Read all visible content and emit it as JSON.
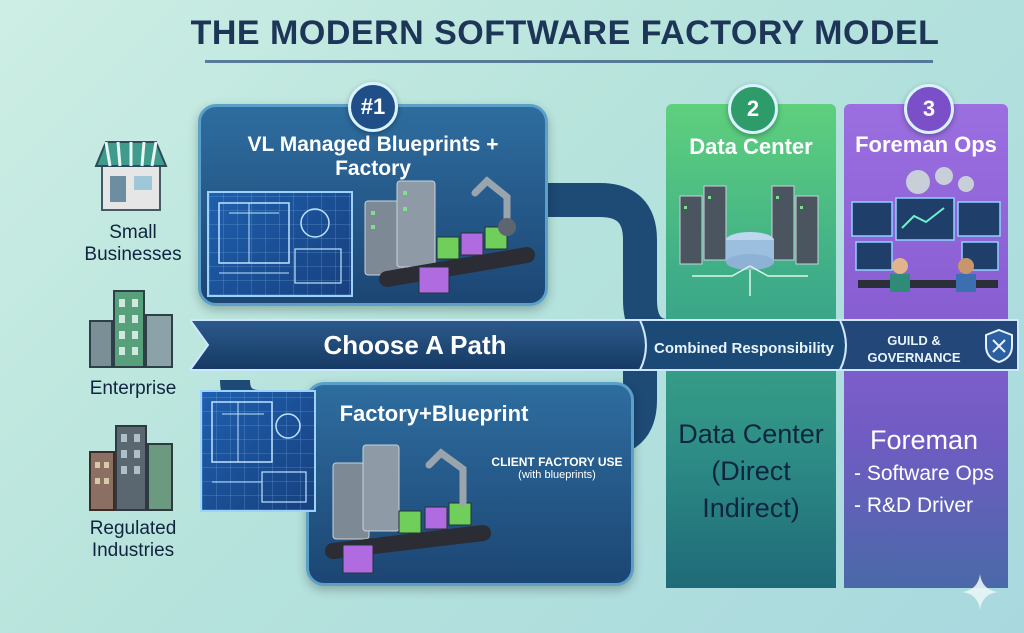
{
  "title": "THE MODERN SOFTWARE FACTORY MODEL",
  "segments": [
    {
      "label": "Small\nBusinesses",
      "icon": "storefront-icon"
    },
    {
      "label": "Enterprise",
      "icon": "office-building-icon"
    },
    {
      "label": "Regulated\nIndustries",
      "icon": "city-buildings-icon"
    }
  ],
  "path_banner": "Choose A Path",
  "option1": {
    "badge": "#1",
    "title": "VL Managed Blueprints + Factory"
  },
  "option2": {
    "title": "Factory+Blueprint",
    "caption_line1": "CLIENT FACTORY USE",
    "caption_line2": "(with blueprints)"
  },
  "column2": {
    "badge": "2",
    "title": "Data Center",
    "band_label": "Combined Responsibility",
    "body": [
      "Data Center",
      "(Direct",
      "Indirect)"
    ],
    "color": "#2f8f7e"
  },
  "column3": {
    "badge": "3",
    "title": "Foreman Ops",
    "band_label_line1": "GUILD &",
    "band_label_line2": "GOVERNANCE",
    "body_title": "Foreman",
    "body_items": [
      "- Software Ops",
      "- R&D Driver"
    ],
    "color": "#7a55c8"
  },
  "colors": {
    "navy": "#1d3557",
    "panel_blue": "#1c4674",
    "green": "#4fbf74",
    "purple": "#8b5fd3"
  }
}
